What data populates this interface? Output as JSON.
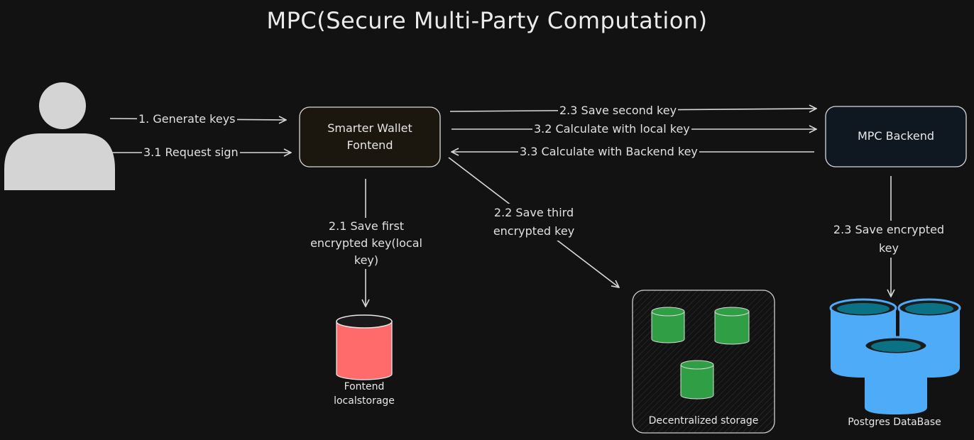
{
  "title": "MPC(Secure Multi-Party Computation)",
  "nodes": {
    "frontend": {
      "line1": "Smarter Wallet",
      "line2": "Fontend"
    },
    "backend": {
      "label": "MPC Backend"
    }
  },
  "edges": {
    "generate_keys": "1. Generate keys",
    "request_sign": "3.1 Request sign",
    "save_second_key": "2.3 Save second key",
    "calc_local_key": "3.2 Calculate with local key",
    "calc_backend_key": "3.3 Calculate with Backend key",
    "save_first_key": {
      "line1": "2.1 Save first",
      "line2": "encrypted key(local",
      "line3": "key)"
    },
    "save_third_key": {
      "line1": "2.2 Save third",
      "line2": "encrypted key"
    },
    "save_encrypted_key": {
      "line1": "2.3 Save encrypted",
      "line2": "key"
    }
  },
  "storages": {
    "local": {
      "line1": "Fontend",
      "line2": "localstorage"
    },
    "decentralized": {
      "label": "Decentralized storage"
    },
    "postgres": {
      "label": "Postgres DataBase"
    }
  },
  "colors": {
    "background": "#121212",
    "frontend_fill": "#1b170f",
    "backend_fill": "#0f1821",
    "local_storage": "#ff6b6b",
    "decentralized_node": "#2f9e44",
    "postgres": "#4dabf7",
    "postgres_top": "#0b7285"
  }
}
